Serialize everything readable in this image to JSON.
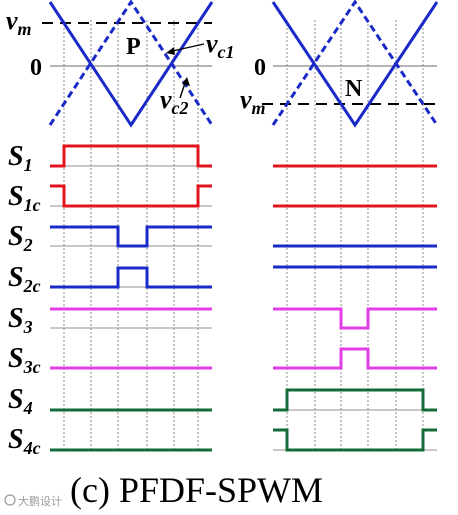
{
  "caption": "(c) PFDF-SPWM",
  "watermark": "大鹏设计",
  "left_panel": {
    "vm_label": "v",
    "vm_sub": "m",
    "zero_label": "0",
    "region_label": "P",
    "vc1_label": "v",
    "vc1_sub": "c1",
    "vc2_label": "v",
    "vc2_sub": "c2"
  },
  "right_panel": {
    "zero_label": "0",
    "vm_label": "v",
    "vm_sub": "m",
    "region_label": "N"
  },
  "signals": [
    {
      "name": "S",
      "sub": "1",
      "color": "#e0141e"
    },
    {
      "name": "S",
      "sub": "1c",
      "color": "#e0141e"
    },
    {
      "name": "S",
      "sub": "2",
      "color": "#1a2ac8"
    },
    {
      "name": "S",
      "sub": "2c",
      "color": "#1a2ac8"
    },
    {
      "name": "S",
      "sub": "3",
      "color": "#e23ee6"
    },
    {
      "name": "S",
      "sub": "3c",
      "color": "#e23ee6"
    },
    {
      "name": "S",
      "sub": "4",
      "color": "#146b3a"
    },
    {
      "name": "S",
      "sub": "4c",
      "color": "#146b3a"
    }
  ],
  "colors": {
    "carrier": "#1a2ac8",
    "grid": "#6e6e6e",
    "reference": "#000000"
  }
}
